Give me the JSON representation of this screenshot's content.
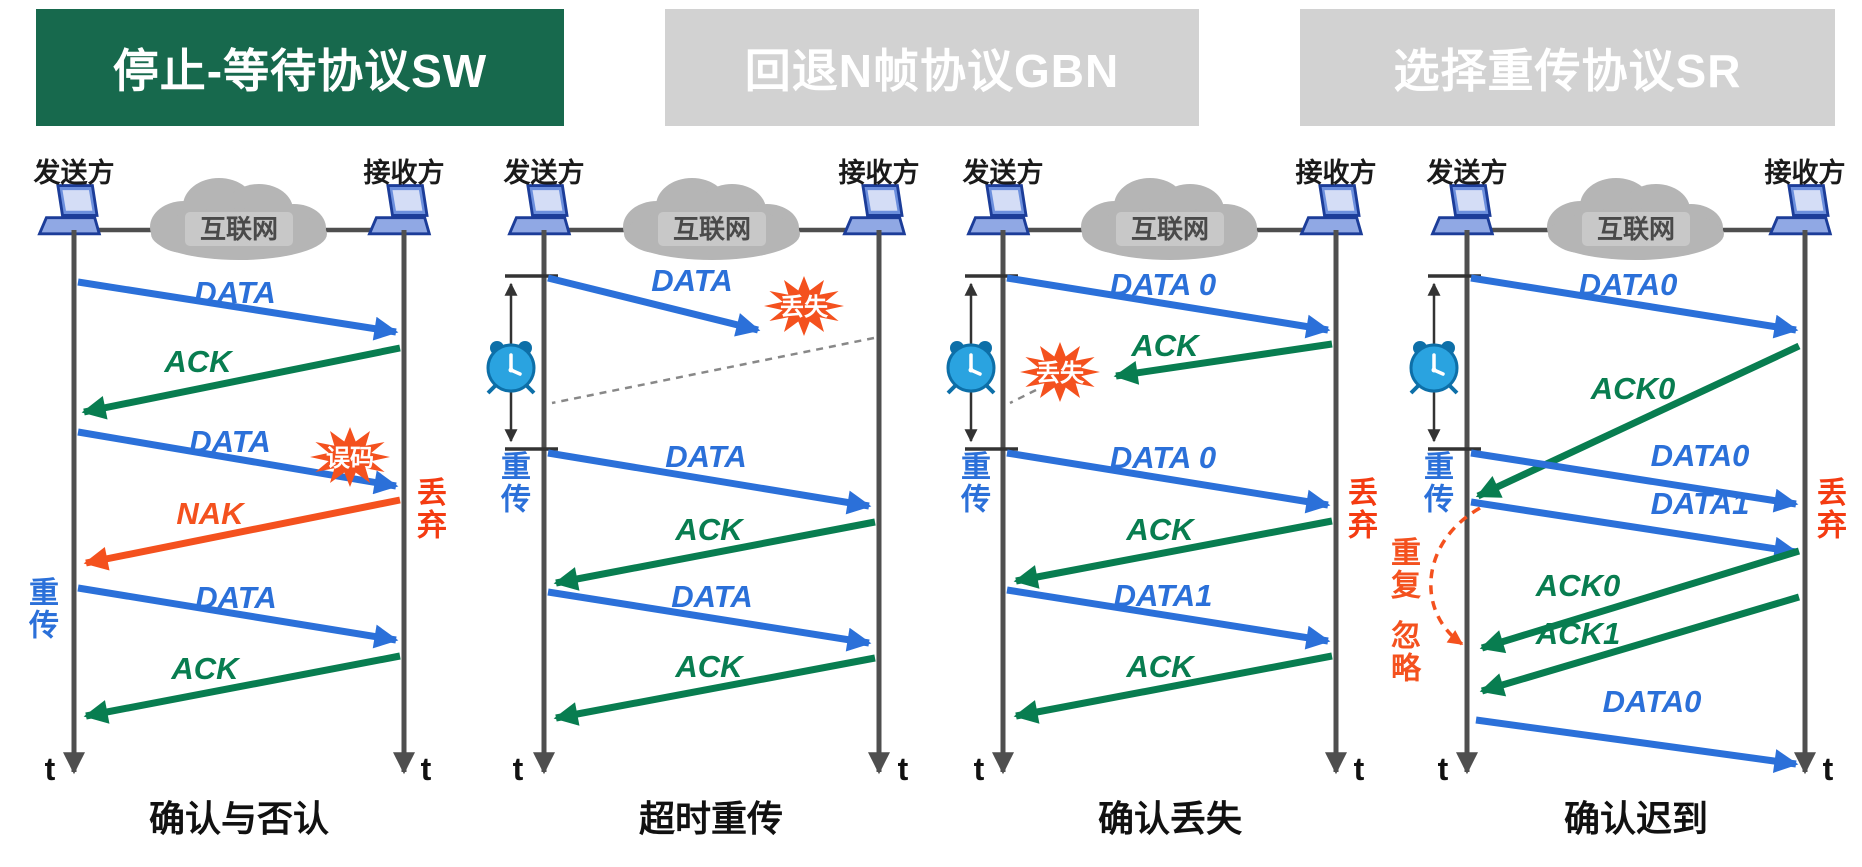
{
  "tabs": [
    {
      "label": "停止-等待协议SW",
      "active": true
    },
    {
      "label": "回退N帧协议GBN",
      "active": false
    },
    {
      "label": "选择重传协议SR",
      "active": false
    }
  ],
  "terms": {
    "sender": "发送方",
    "receiver": "接收方",
    "internet": "互联网",
    "t": "t",
    "retransmit": "重传",
    "discard": "丢弃",
    "lost": "丢失",
    "error": "误码",
    "duplicate": "重复",
    "ignore": "忽略"
  },
  "panels": [
    {
      "caption": "确认与否认",
      "messages": [
        "DATA",
        "ACK",
        "DATA",
        "NAK",
        "DATA",
        "ACK"
      ]
    },
    {
      "caption": "超时重传",
      "messages": [
        "DATA",
        "DATA",
        "ACK",
        "DATA",
        "ACK"
      ]
    },
    {
      "caption": "确认丢失",
      "messages": [
        "DATA 0",
        "ACK",
        "DATA 0",
        "ACK",
        "DATA1",
        "ACK"
      ]
    },
    {
      "caption": "确认迟到",
      "messages": [
        "DATA0",
        "ACK0",
        "DATA0",
        "DATA1",
        "ACK0",
        "ACK1",
        "DATA0"
      ]
    }
  ],
  "colors": {
    "data_arrow": "#2b70d9",
    "ack_arrow": "#087d50",
    "nak_arrow": "#f4511e",
    "discard_text": "#f43b11",
    "active_tab_bg": "#17694d",
    "inactive_tab_bg": "#d2d2d2",
    "tab_text": "#ffffff",
    "timeline": "#4f4f4f",
    "cloud": "#b5b5b5",
    "timer_clock": "#2aa3e0"
  }
}
